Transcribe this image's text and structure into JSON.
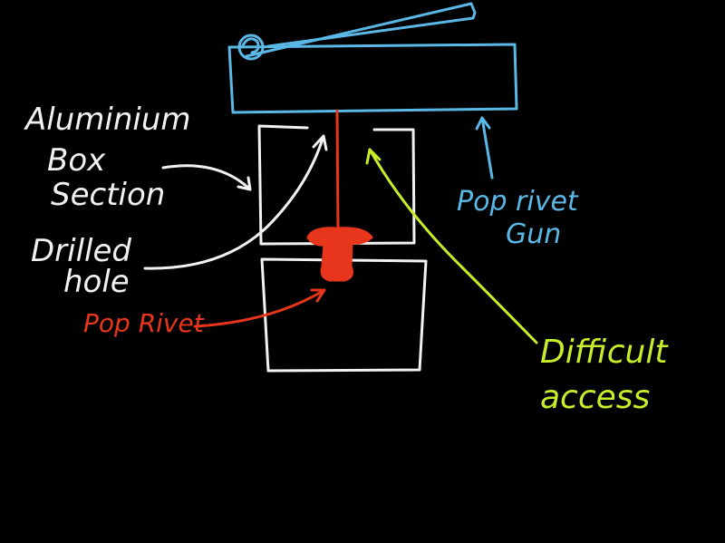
{
  "colors": {
    "background": "#000000",
    "structure": "#f2f2f2",
    "gun": "#5ab8e6",
    "rivet": "#e8361c",
    "access": "#c6ee2a"
  },
  "labels": {
    "box_section_line1": "Aluminium",
    "box_section_line2": "Box",
    "box_section_line3": "Section",
    "drilled_hole_line1": "Drilled",
    "drilled_hole_line2": "hole",
    "pop_rivet": "Pop Rivet",
    "pop_rivet_gun_line1": "Pop rivet",
    "pop_rivet_gun_line2": "Gun",
    "difficult_access_line1": "Difficult",
    "difficult_access_line2": "access"
  }
}
